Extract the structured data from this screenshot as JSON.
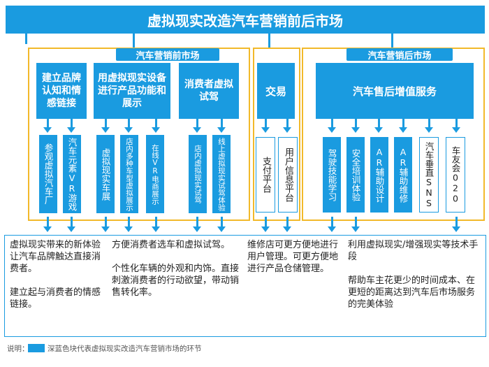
{
  "title": "虚拟现实改造汽车营销前后市场",
  "pre_market": {
    "label": "汽车营销前市场",
    "blocks": [
      "建立品牌认知和情感链接",
      "用虚拟现实设备进行产品功能和展示",
      "消费者虚拟试驾"
    ],
    "items": [
      "参观虚拟汽车厂",
      "汽车元素VR游戏",
      "虚拟现实车展",
      "店内多种车型虚拟展示",
      "在线VR电商展示",
      "店内虚拟现实试驾",
      "线上虚拟现实试驾体验"
    ]
  },
  "trade": {
    "label": "交易",
    "items": [
      "支付平台",
      "用户信息平台"
    ]
  },
  "after_market": {
    "label": "汽车营销后市场",
    "block": "汽车售后增值服务",
    "items": [
      "驾驶技能学习",
      "安全培训体验",
      "AR辅助设计",
      "AR辅助维修",
      "汽车垂直SNS",
      "车友会020"
    ]
  },
  "descriptions": {
    "col1": "虚拟现实带来的新体验让汽车品牌触达直接消费者。\n\n建立起与消费者的情感链接。",
    "col2": "方便消费者选车和虚拟试驾。\n\n个性化车辆的外观和内饰。直接刺激消费者的行动欲望，带动销售转化率。",
    "col3": "维修店可更方便地进行用户管理。可更方便地进行产品仓储管理。",
    "col4": "利用虚拟现实/增强现实等技术手段\n\n帮助车主花更少的时间成本、在更短的距离达到汽车后市场服务的完美体验"
  },
  "legend": {
    "prefix": "说明：",
    "text": "深蓝色块代表虚拟现实改造汽车营销市场的环节"
  },
  "colors": {
    "accent": "#1a9be0",
    "frame": "#f2b92a"
  }
}
